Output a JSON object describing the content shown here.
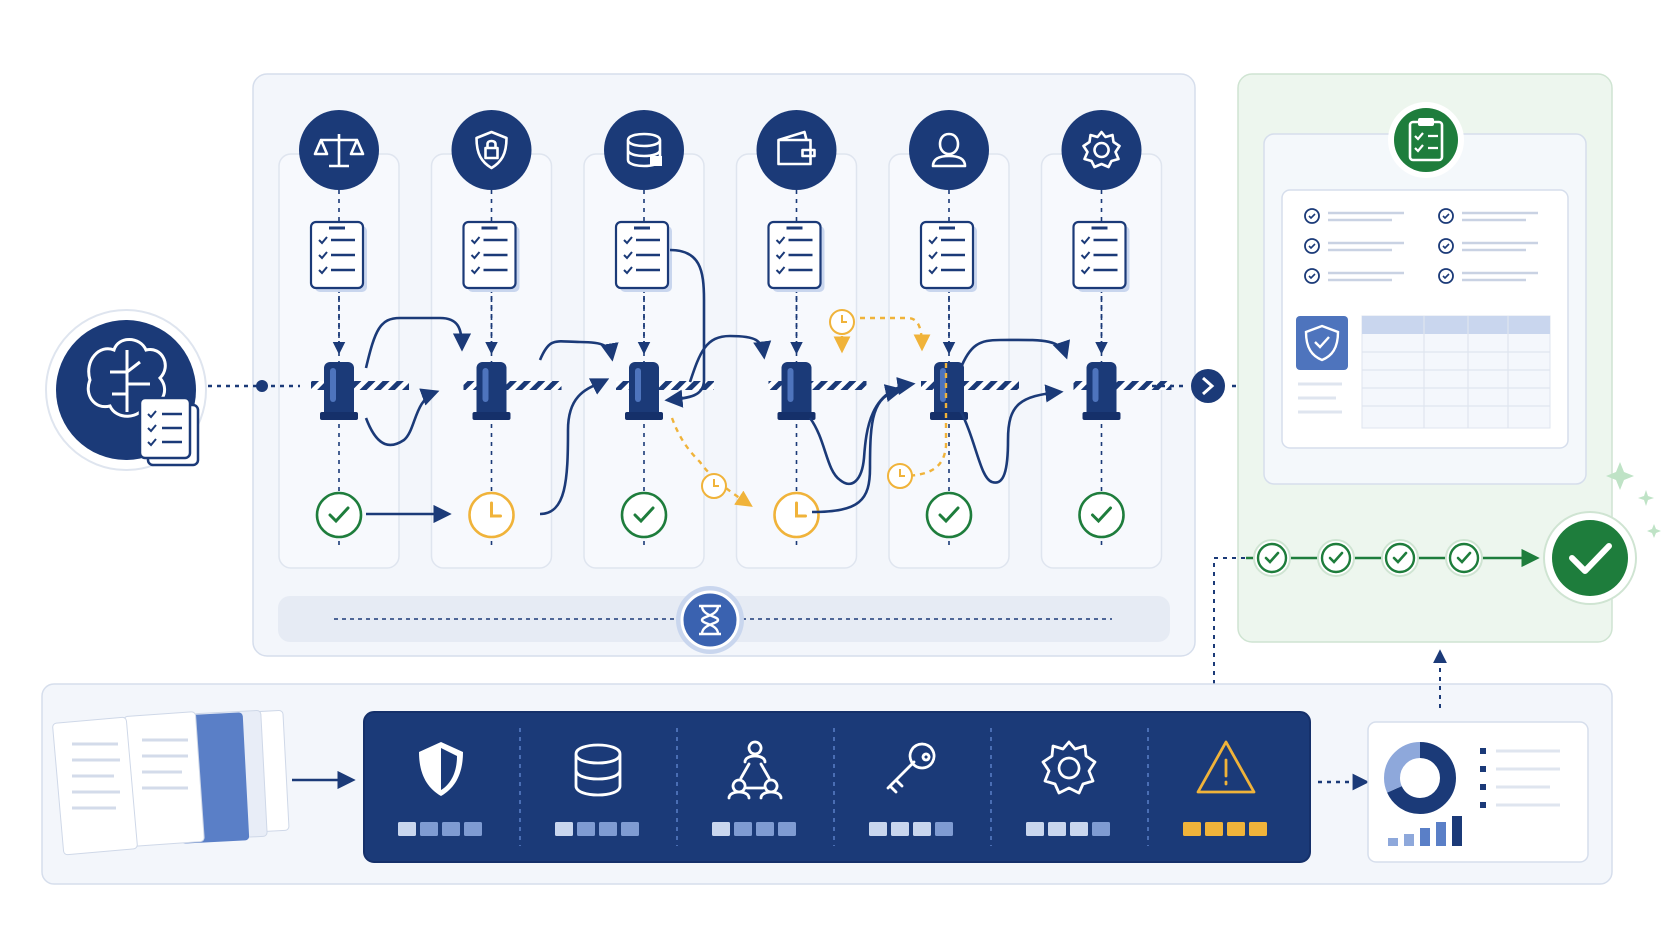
{
  "colors": {
    "navy": "#1b3a78",
    "navy_dark": "#15306a",
    "approve_green": "#1e7d3c",
    "pending_amber": "#f0b33a",
    "panel_blue": "#eef2fa",
    "panel_green": "#edf6ee",
    "neutral_gray": "#dfe5ef"
  },
  "source": {
    "icon": "brain-icon",
    "badge_icon": "checklist-document-icon"
  },
  "lanes": [
    {
      "id": "legal",
      "icon": "scales-icon",
      "doc_icon": "checklist-icon",
      "gate_icon": "barrier-gate-icon",
      "status": "approved"
    },
    {
      "id": "security",
      "icon": "shield-lock-icon",
      "doc_icon": "checklist-icon",
      "gate_icon": "barrier-gate-icon",
      "status": "pending"
    },
    {
      "id": "data",
      "icon": "database-lock-icon",
      "doc_icon": "checklist-icon",
      "gate_icon": "barrier-gate-icon",
      "status": "approved"
    },
    {
      "id": "finance",
      "icon": "wallet-icon",
      "doc_icon": "checklist-icon",
      "gate_icon": "barrier-gate-icon",
      "status": "pending"
    },
    {
      "id": "people",
      "icon": "user-icon",
      "doc_icon": "checklist-icon",
      "gate_icon": "barrier-gate-icon",
      "status": "approved"
    },
    {
      "id": "operations",
      "icon": "gear-icon",
      "doc_icon": "checklist-icon",
      "gate_icon": "barrier-gate-icon",
      "status": "approved"
    }
  ],
  "timeline": {
    "icon": "hourglass-icon"
  },
  "output_panel": {
    "header_icon": "clipboard-check-icon",
    "checklist_marks": [
      "check-circle",
      "headset",
      "check-circle",
      "check-badge",
      "check-badge",
      "check-badge"
    ],
    "shield_icon": "shield-check-icon"
  },
  "approval_chain": {
    "steps": 4,
    "final_icon": "check-icon"
  },
  "controls": [
    {
      "id": "security",
      "icon": "shield-icon",
      "levels_filled": 1,
      "warning": false
    },
    {
      "id": "data",
      "icon": "database-icon",
      "levels_filled": 1,
      "warning": false
    },
    {
      "id": "network",
      "icon": "network-users-icon",
      "levels_filled": 1,
      "warning": false
    },
    {
      "id": "access",
      "icon": "key-icon",
      "levels_filled": 3,
      "warning": false
    },
    {
      "id": "config",
      "icon": "gear-icon",
      "levels_filled": 3,
      "warning": false
    },
    {
      "id": "risk",
      "icon": "warning-icon",
      "levels_filled": 4,
      "warning": true
    }
  ],
  "report": {
    "chart_icon": "donut-chart-icon",
    "bars_icon": "bar-chart-icon"
  }
}
